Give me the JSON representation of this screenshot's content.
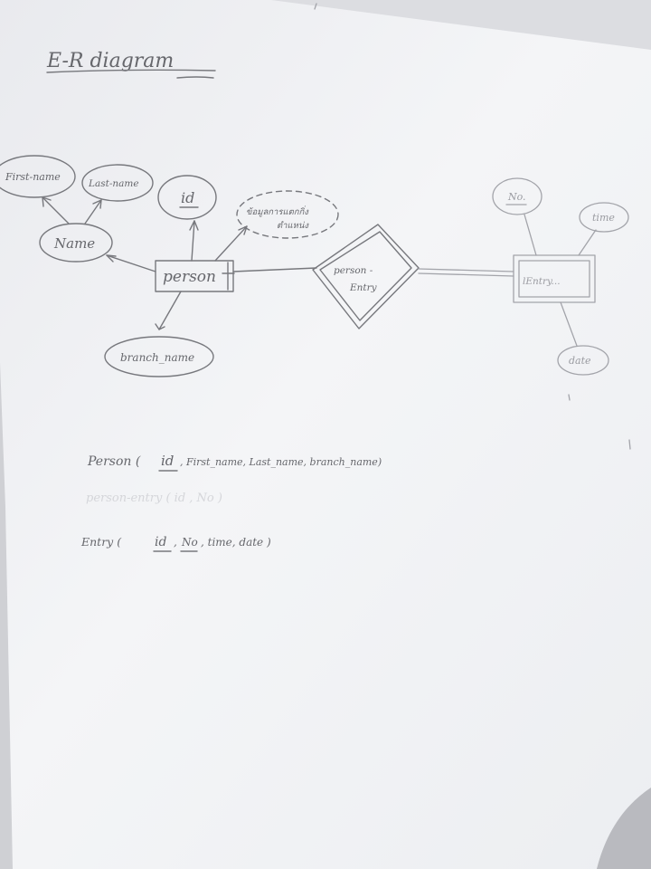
{
  "title": "E-R diagram",
  "entities": {
    "person": "person",
    "entry": "lEntry..."
  },
  "relationship": {
    "line1": "person -",
    "line2": "Entry"
  },
  "attributes": {
    "first_name": "First-name",
    "last_name": "Last-name",
    "name": "Name",
    "id": "id",
    "thai_note_line1": "ข้อมูลการแตกกิ่ง",
    "thai_note_line2": "ตำแหน่ง",
    "branch_name": "branch_name",
    "no": "No.",
    "time": "time",
    "date": "date"
  },
  "schema": {
    "person": {
      "prefix": "Person (",
      "key": "id",
      "rest": ", First_name, Last_name, branch_name)"
    },
    "faint_line": "person-entry ( id , No )",
    "entry": {
      "prefix": "Entry (",
      "key1": "id",
      "sep": ",",
      "key2": "No",
      "rest": ", time, date )"
    }
  },
  "colors": {
    "paper": "#f3f4f6",
    "ink": "#77787d",
    "ink_light": "#a3a4aa"
  }
}
